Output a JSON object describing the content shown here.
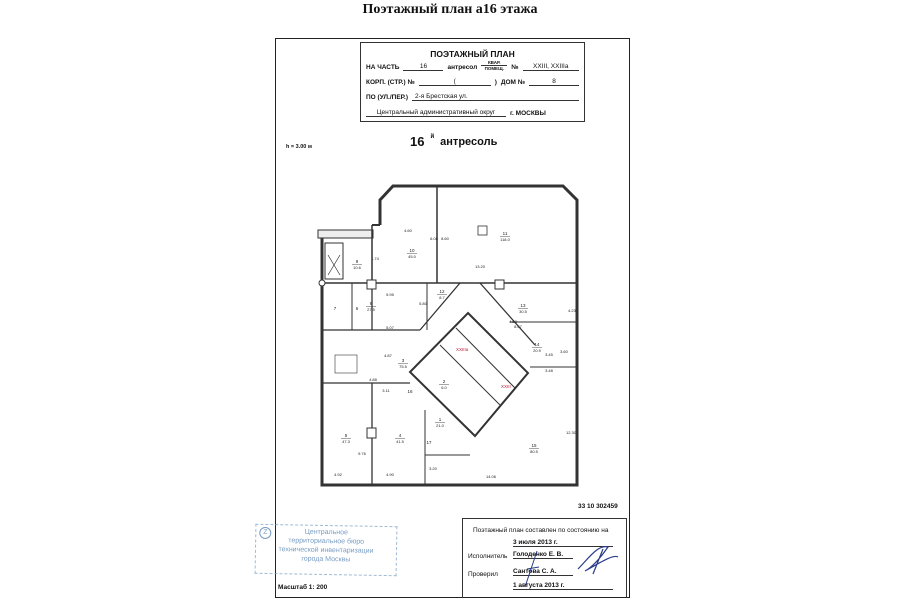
{
  "page_title": "Поэтажный план а16 этажа",
  "stamp": {
    "header": "ПОЭТАЖНЫЙ ПЛАН",
    "part_label": "НА ЧАСТЬ",
    "part_value": "16",
    "part_type": "антресол",
    "kvar_label": "КВАР.",
    "pomeshch_label": "ПОМЕЩ.",
    "no_label": "№",
    "no_value": "XXIII, XXIIIa",
    "korp_label": "КОРП. (СТР.) №",
    "korp_value": "(",
    "korp_close": ")",
    "dom_label": "ДОМ №",
    "dom_value": "8",
    "street_label": "ПО (УЛ./ПЕР.)",
    "street_value": "2-я Брестская ул.",
    "district_value": "Центральный административный округ",
    "city_value": "г. МОСКВЫ"
  },
  "height_label": "h = 3.00 м",
  "floor": {
    "number": "16",
    "suffix": "й",
    "word": "антресоль"
  },
  "rooms": [
    {
      "no": "10",
      "area": "45.0"
    },
    {
      "no": "11",
      "area": "118.0"
    },
    {
      "no": "9",
      "area": "10.6"
    },
    {
      "no": "12",
      "area": "8.7"
    },
    {
      "no": "8",
      "area": "27.5"
    },
    {
      "no": "7",
      "area": ""
    },
    {
      "no": "6",
      "area": ""
    },
    {
      "no": "13",
      "area": "30.5"
    },
    {
      "no": "14",
      "area": "20.9"
    },
    {
      "no": "3",
      "area": "75.5"
    },
    {
      "no": "5",
      "area": "47.3"
    },
    {
      "no": "4",
      "area": "41.5"
    },
    {
      "no": "1",
      "area": "21.0"
    },
    {
      "no": "2",
      "area": "6.0"
    },
    {
      "no": "15",
      "area": "80.5"
    },
    {
      "no": "16",
      "area": ""
    },
    {
      "no": "17",
      "area": ""
    }
  ],
  "unit_labels": [
    "XXIIIa",
    "XXIII"
  ],
  "dimensions": [
    "4.60",
    "6.08",
    "8.60",
    "13.20",
    "1.74",
    "5.07",
    "5.95",
    "5.80",
    "4.88",
    "8.07",
    "4.23",
    "3.45",
    "3.48",
    "4.87",
    "4.88",
    "3.11",
    "9.76",
    "4.92",
    "4.90",
    "3.20",
    "14.06",
    "12.30",
    "3.60"
  ],
  "doc_code": "33 10 302459",
  "certificate": {
    "line1": "Поэтажный план составлен по состоянию на",
    "date1": "3 июля 2013 г.",
    "executor_label": "Исполнитель",
    "executor_name": "Голоденко Е. В.",
    "checker_label": "Проверил",
    "checker_name": "Сантова С. А.",
    "date2": "1 августа 2013 г."
  },
  "blue_stamp": {
    "letter": "Z",
    "lines": [
      "Центральное",
      "территориальное бюро",
      "технической инвентаризации",
      "города Москвы"
    ]
  },
  "scale_label": "Масштаб 1: 200"
}
